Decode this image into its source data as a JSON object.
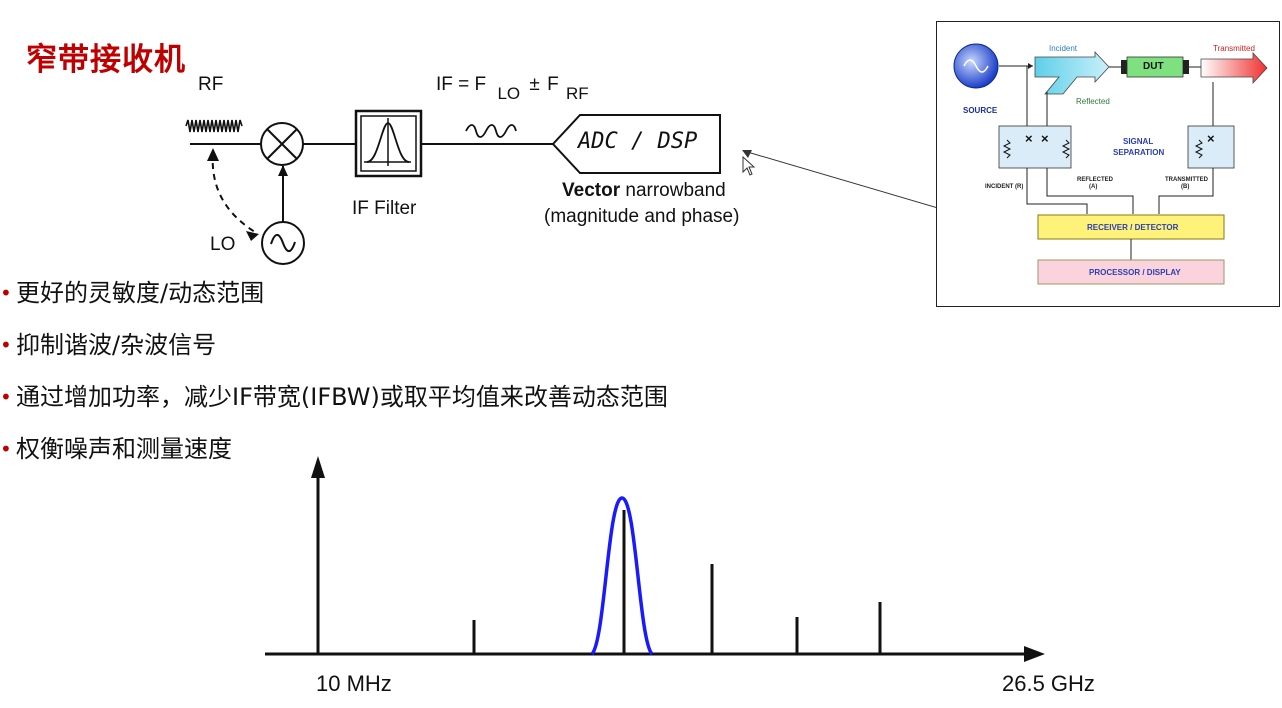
{
  "slide": {
    "title": "窄带接收机"
  },
  "receiver_diagram": {
    "rf_label": "RF",
    "lo_label": "LO",
    "if_filter_label": "IF Filter",
    "if_eq_prefix": "IF = F",
    "if_eq_lo_sub": "LO",
    "if_eq_pm": "±",
    "if_eq_f2": "F",
    "if_eq_rf_sub": "RF",
    "adc_label": "ADC / DSP",
    "vector_bold": "Vector",
    "vector_rest": "narrowband",
    "vector_line2": "(magnitude and phase)"
  },
  "bullets": [
    "更好的灵敏度/动态范围",
    "抑制谐波/杂波信号",
    "通过增加功率，减少IF带宽(IFBW)或取平均值来改善动态范围",
    "权衡噪声和测量速度"
  ],
  "inset": {
    "source": "SOURCE",
    "incident": "Incident",
    "reflected": "Reflected",
    "transmitted": "Transmitted",
    "dut": "DUT",
    "signal_separation_1": "SIGNAL",
    "signal_separation_2": "SEPARATION",
    "incident_r": "INCIDENT (R)",
    "reflected_a_1": "REFLECTED",
    "reflected_a_2": "(A)",
    "transmitted_b_1": "TRANSMITTED",
    "transmitted_b_2": "(B)",
    "receiver": "RECEIVER / DETECTOR",
    "processor": "PROCESSOR / DISPLAY"
  },
  "spectrum": {
    "x_start_label": "10 MHz",
    "x_end_label": "26.5 GHz",
    "filter_color": "#1a1aff"
  },
  "colors": {
    "title": "#c00000",
    "bullet": "#c00000",
    "source_blue": "#2a4fd0",
    "incident_cyan": "#7fd8ec",
    "dut_green": "#7ee07e",
    "transmitted_red": "#f04040",
    "receiver_yellow": "#fff27a",
    "processor_pink": "#fbd3dd"
  }
}
